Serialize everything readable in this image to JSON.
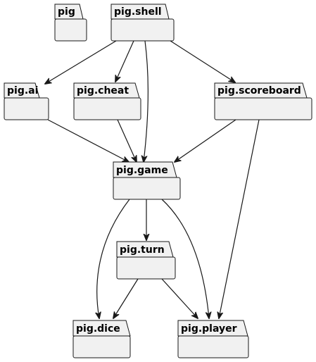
{
  "diagram": {
    "packages": {
      "pig": "pig",
      "shell": "pig.shell",
      "ai": "pig.ai",
      "cheat": "pig.cheat",
      "scoreboard": "pig.scoreboard",
      "game": "pig.game",
      "turn": "pig.turn",
      "dice": "pig.dice",
      "player": "pig.player"
    },
    "dependencies": [
      {
        "from": "pig.shell",
        "to": "pig.ai"
      },
      {
        "from": "pig.shell",
        "to": "pig.cheat"
      },
      {
        "from": "pig.shell",
        "to": "pig.game"
      },
      {
        "from": "pig.shell",
        "to": "pig.scoreboard"
      },
      {
        "from": "pig.ai",
        "to": "pig.game"
      },
      {
        "from": "pig.cheat",
        "to": "pig.game"
      },
      {
        "from": "pig.scoreboard",
        "to": "pig.game"
      },
      {
        "from": "pig.scoreboard",
        "to": "pig.player"
      },
      {
        "from": "pig.game",
        "to": "pig.turn"
      },
      {
        "from": "pig.game",
        "to": "pig.dice"
      },
      {
        "from": "pig.game",
        "to": "pig.player"
      },
      {
        "from": "pig.turn",
        "to": "pig.dice"
      },
      {
        "from": "pig.turn",
        "to": "pig.player"
      }
    ],
    "colors": {
      "package_fill": "#f1f1f1",
      "line": "#181818",
      "background": "#ffffff"
    }
  }
}
